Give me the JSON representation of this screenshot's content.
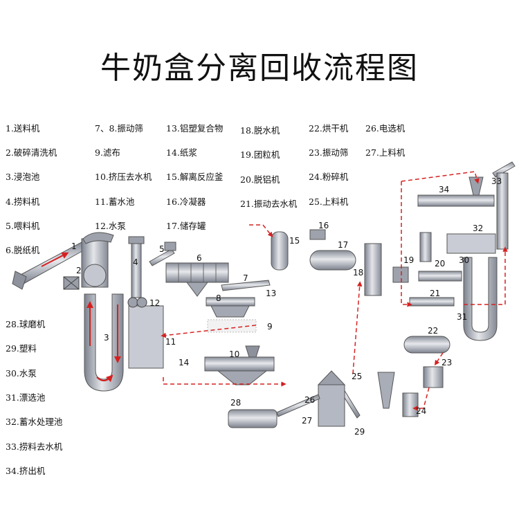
{
  "title": "牛奶盒分离回收流程图",
  "legend_left": [
    "1.送料机",
    "2.破碎清洗机",
    "3.浸泡池",
    "4.捞料机",
    "5.喂料机",
    "6.脱纸机",
    "28.球磨机",
    "29.塑料",
    "30.水泵",
    "31.漂选池",
    "32.蓄水处理池",
    "33.捞料去水机",
    "34.挤出机"
  ],
  "legend_col2": [
    "7、8.振动筛",
    "9.滤布",
    "10.挤压去水机",
    "11.蓄水池",
    "12.水泵"
  ],
  "legend_col3": [
    "13.铝塑复合物",
    "14.纸浆",
    "15.解离反应釜",
    "16.冷凝器",
    "17.储存罐"
  ],
  "legend_col4": [
    "18.脱水机",
    "19.团粒机",
    "20.脱铝机",
    "21.振动去水机"
  ],
  "legend_col5": [
    "22.烘干机",
    "23.振动筛",
    "24.粉碎机",
    "25.上料机"
  ],
  "legend_col6": [
    "26.电选机",
    "27.上料机"
  ],
  "numbers": [
    "1",
    "2",
    "3",
    "4",
    "5",
    "6",
    "7",
    "8",
    "9",
    "10",
    "11",
    "12",
    "13",
    "14",
    "15",
    "16",
    "17",
    "18",
    "19",
    "20",
    "21",
    "22",
    "23",
    "24",
    "25",
    "26",
    "27",
    "28",
    "29",
    "30",
    "31",
    "32",
    "33",
    "34"
  ],
  "colors": {
    "metal": "#b8bcc6",
    "metal_dark": "#7d828e",
    "flow": "#d62020",
    "tank": "#c9ccd4"
  }
}
